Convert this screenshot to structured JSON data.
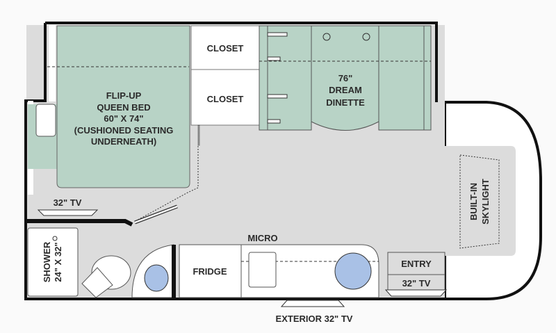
{
  "colors": {
    "floor": "#dcdcdc",
    "furniture_green": "#b8d3c6",
    "sink_blue": "#a9c1e6",
    "wall": "#111111"
  },
  "labels": {
    "bed": [
      "FLIP-UP",
      "QUEEN BED",
      "60\" X 74\"",
      "(CUSHIONED SEATING",
      "UNDERNEATH)"
    ],
    "closet_top": "CLOSET",
    "closet_bottom": "CLOSET",
    "dinette": [
      "76\"",
      "DREAM",
      "DINETTE"
    ],
    "bedroom_tv": "32\" TV",
    "shower": [
      "SHOWER",
      "24\" X 32\""
    ],
    "fridge": "FRIDGE",
    "micro": "MICRO",
    "entry": "ENTRY",
    "entry_tv": "32\" TV",
    "skylight": [
      "BUILT-IN",
      "SKYLIGHT"
    ],
    "exterior_tv": "EXTERIOR 32\" TV"
  }
}
